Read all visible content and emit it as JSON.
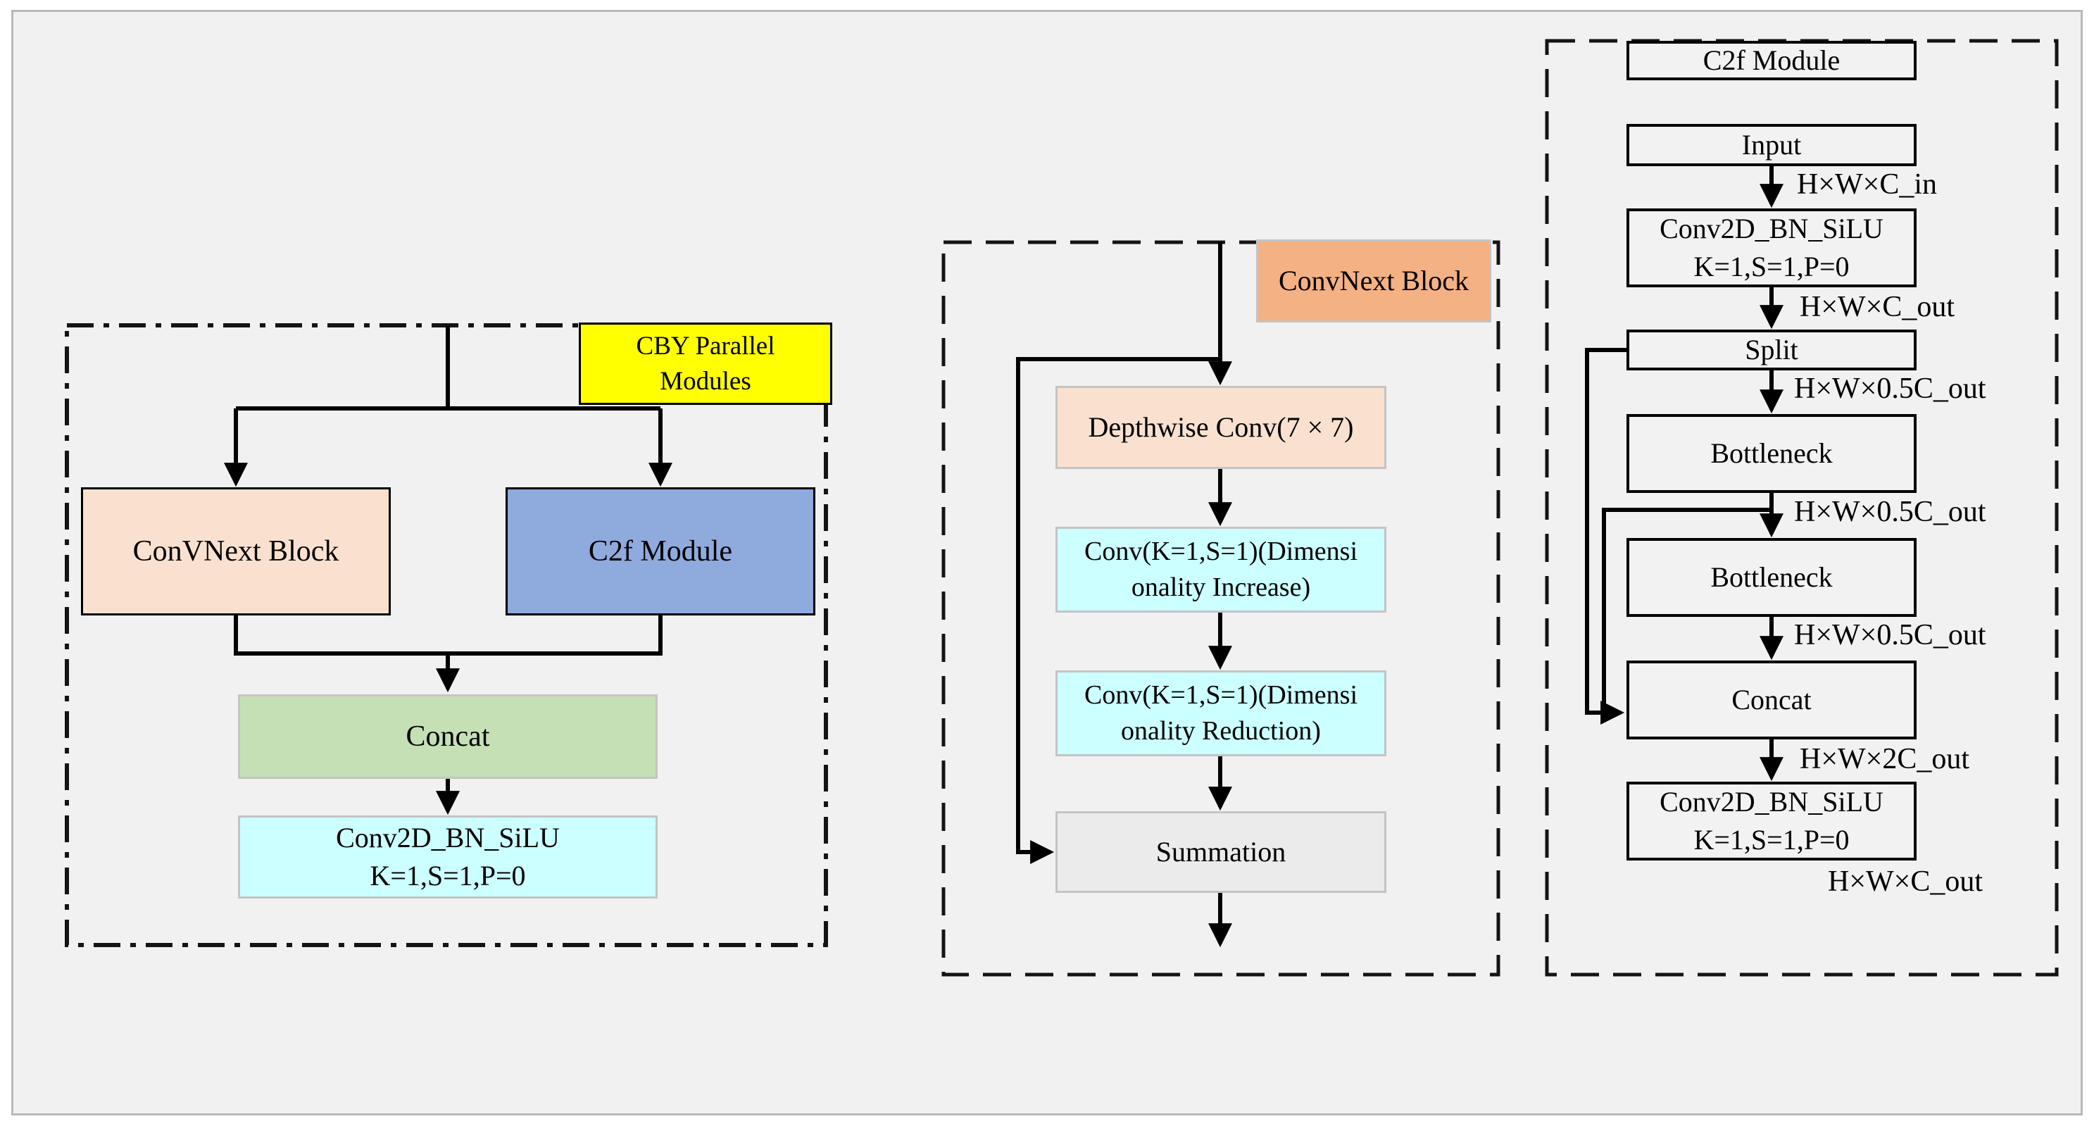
{
  "diagram": {
    "left_panel": {
      "badge": {
        "line1": "CBY Parallel",
        "line2": "Modules"
      },
      "convnext_block": "ConVNext Block",
      "c2f_module": "C2f Module",
      "concat": "Concat",
      "conv2d": {
        "line1": "Conv2D_BN_SiLU",
        "line2": "K=1,S=1,P=0"
      }
    },
    "middle_panel": {
      "badge": "ConvNext Block",
      "depthwise": "Depthwise Conv(7 × 7)",
      "conv_increase": {
        "line1": "Conv(K=1,S=1)(Dimensi",
        "line2": "onality Increase)"
      },
      "conv_reduction": {
        "line1": "Conv(K=1,S=1)(Dimensi",
        "line2": "onality Reduction)"
      },
      "summation": "Summation"
    },
    "right_panel": {
      "title": "C2f Module",
      "input": "Input",
      "conv2d_top": {
        "line1": "Conv2D_BN_SiLU",
        "line2": "K=1,S=1,P=0"
      },
      "split": "Split",
      "bottleneck_1": "Bottleneck",
      "bottleneck_2": "Bottleneck",
      "concat": "Concat",
      "conv2d_bottom": {
        "line1": "Conv2D_BN_SiLU",
        "line2": "K=1,S=1,P=0"
      },
      "dims": {
        "c_in": "H×W×C_in",
        "c_out_top": "H×W×C_out",
        "half_c_out_1": "H×W×0.5C_out",
        "half_c_out_2": "H×W×0.5C_out",
        "half_c_out_3": "H×W×0.5C_out",
        "two_c_out": "H×W×2C_out",
        "c_out_bottom": "H×W×C_out"
      }
    },
    "colors": {
      "canvas_bg": "#F1F1F2",
      "frame_border": "#B9B9B9",
      "badge_yellow": "#FFFF00",
      "badge_orange": "#F4B183",
      "peach": "#FAE1CF",
      "blue": "#8FAADC",
      "green": "#C5E0B4",
      "cyan": "#CCFFFF",
      "summation_gray": "#EBEBEB",
      "plain_box": "#F2F2F2",
      "line": "#000000"
    }
  }
}
